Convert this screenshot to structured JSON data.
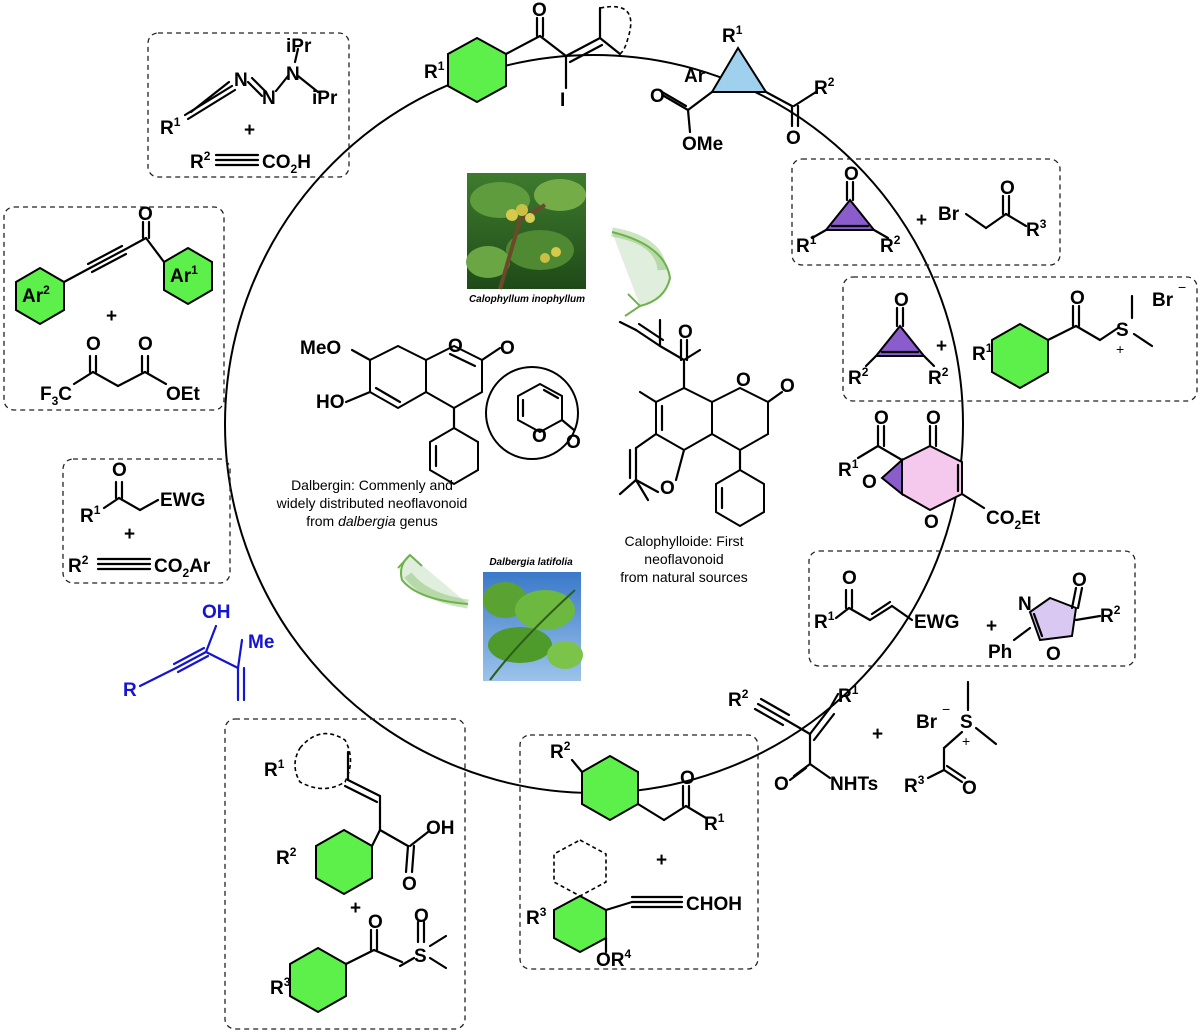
{
  "captions": {
    "dalbergin_1": "Dalbergin: Commenly and",
    "dalbergin_2": "widely distributed neoflavonoid",
    "dalbergin_3_prefix": "from ",
    "dalbergin_3_genus": "dalbergia",
    "dalbergin_3_suffix": " genus",
    "calophylloide_1": "Calophylloide: First",
    "calophylloide_2": "neoflavonoid",
    "calophylloide_3": "from natural sources",
    "photo_top": "Calophyllum inophyllum",
    "photo_bottom": "Dalbergia latifolia"
  },
  "labels": {
    "ipr": "iPr",
    "r1": "R",
    "r2": "R",
    "r3": "R",
    "sup1": "1",
    "sup2": "2",
    "sup3": "3",
    "sup4": "4",
    "plus": "+",
    "co2h": "CO",
    "co2h_h": "H",
    "o": "O",
    "i": "I",
    "ar": "Ar",
    "ome": "OMe",
    "br": "Br",
    "meo": "MeO",
    "ho": "HO",
    "f3c": "F",
    "f3c_c": "C",
    "oet": "OEt",
    "ewg": "EWG",
    "co2ar": "CO",
    "co2ar_ar": "Ar",
    "oh": "OH",
    "me": "Me",
    "n": "N",
    "s": "S",
    "ph": "Ph",
    "co2et": "CO",
    "co2et_et": "Et",
    "nhts": "NHTs",
    "choh": "CHOH",
    "or4": "OR",
    "minus": "−",
    "plus_charge": "+",
    "sub2": "2",
    "sub3": "3"
  },
  "colors": {
    "aromatic_fill": "#5ef04a",
    "cyclopropane_fill": "#9fd0ee",
    "cyclopropenone_fill": "#8a5ccc",
    "pyranone_fill": "#f5c8ee",
    "oxazolone_fill": "#d9c9f2",
    "alkynol_color": "#1414d2"
  }
}
